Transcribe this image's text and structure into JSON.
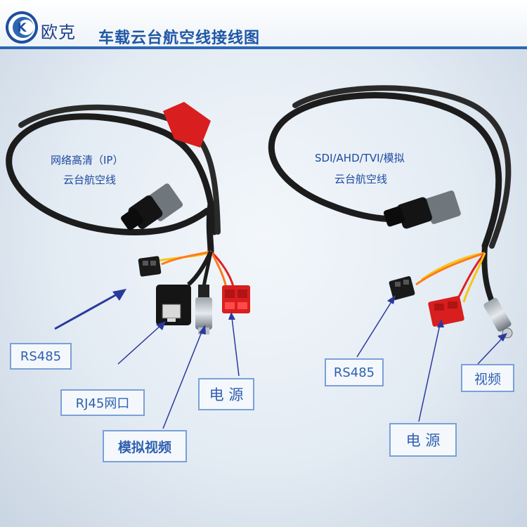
{
  "brand": {
    "name": "欧克",
    "logo_letter": "K"
  },
  "title": "车载云台航空线接线图",
  "cables": [
    {
      "caption_line1": "网络高清（IP）",
      "caption_line2": "云台航空线"
    },
    {
      "caption_line1": "SDI/AHD/TVI/模拟",
      "caption_line2": "云台航空线"
    }
  ],
  "labels": {
    "left_rs485": "RS485",
    "left_rj45": "RJ45网口",
    "left_power": "电 源",
    "left_video": "模拟视频",
    "right_rs485": "RS485",
    "right_power": "电 源",
    "right_video": "视频"
  },
  "colors": {
    "accent": "#2c67b4",
    "label_text": "#2f5fb0",
    "label_border": "#7ba0d8",
    "cable": "#1c1c1c",
    "connector_red": "#d81e1e",
    "wire_yellow": "#f5c518",
    "wire_orange": "#ff7a1a",
    "wire_red": "#e02020"
  }
}
